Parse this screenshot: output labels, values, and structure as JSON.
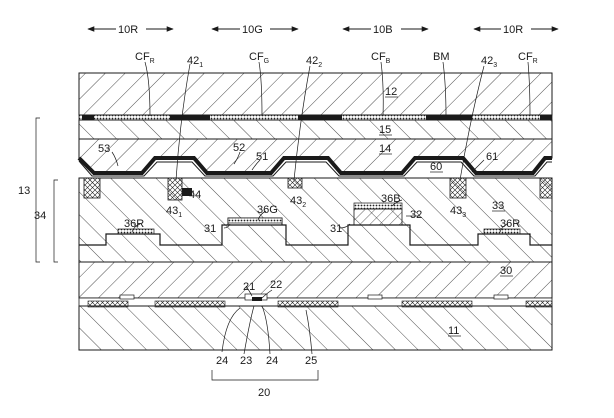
{
  "regions": [
    {
      "key": "r1",
      "text": "10R"
    },
    {
      "key": "g",
      "text": "10G"
    },
    {
      "key": "b",
      "text": "10B"
    },
    {
      "key": "r2",
      "text": "10R"
    }
  ],
  "filters": [
    {
      "key": "cfr1",
      "main": "CF",
      "sub": "R"
    },
    {
      "key": "cfg",
      "main": "CF",
      "sub": "G"
    },
    {
      "key": "cfb",
      "main": "CF",
      "sub": "B"
    },
    {
      "key": "bm",
      "main": "BM",
      "sub": ""
    },
    {
      "key": "cfr2",
      "main": "CF",
      "sub": "R"
    }
  ],
  "refs": {
    "n42_1": {
      "main": "42",
      "sub": "1"
    },
    "n42_2": {
      "main": "42",
      "sub": "2"
    },
    "n42_3": {
      "main": "42",
      "sub": "3"
    },
    "n43_1": {
      "main": "43",
      "sub": "1"
    },
    "n43_2": {
      "main": "43",
      "sub": "2"
    },
    "n43_3": {
      "main": "43",
      "sub": "3"
    },
    "n12": "12",
    "n15": "15",
    "n14": "14",
    "n13": "13",
    "n34": "34",
    "n53": "53",
    "n52": "52",
    "n51": "51",
    "n60": "60",
    "n61": "61",
    "n44": "44",
    "n33": "33",
    "n36g": "36G",
    "n36b": "36B",
    "n36r1": "36R",
    "n36r2": "36R",
    "n32": "32",
    "n31a": "31",
    "n31b": "31",
    "n30": "30",
    "n11": "11",
    "n21": "21",
    "n22": "22",
    "n24a": "24",
    "n23": "23",
    "n24b": "24",
    "n25": "25",
    "n20": "20"
  }
}
